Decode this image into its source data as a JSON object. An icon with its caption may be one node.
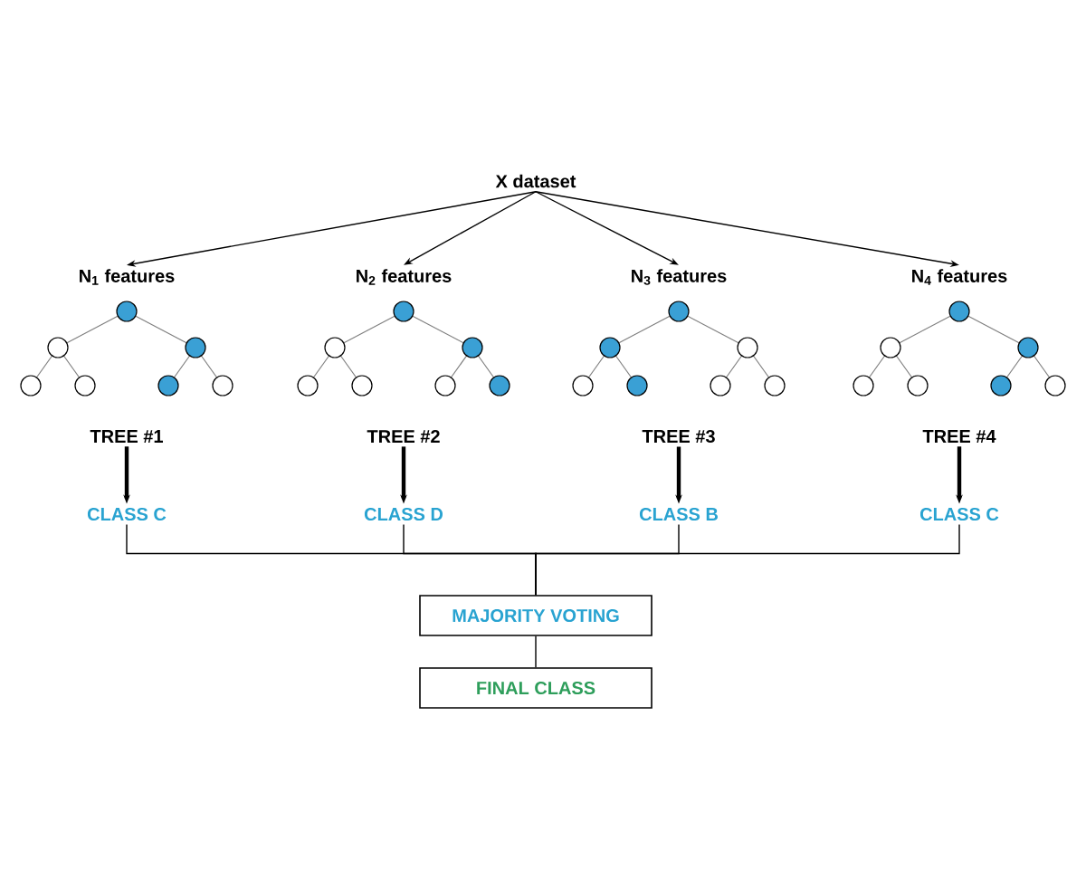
{
  "diagram": {
    "nodes": [
      {
        "text": [
          "X dataset"
        ]
      },
      {
        "text": [
          "N$_{1}$ features"
        ]
      },
      {
        "text": [
          "N$_{2}$ features"
        ]
      },
      {
        "text": [
          "N$_{3}$ features"
        ]
      },
      {
        "text": [
          "N$_{4}$ features"
        ]
      },
      {
        "text": [
          "TREE #1"
        ]
      },
      {
        "text": [
          "TREE #2"
        ]
      },
      {
        "text": [
          "TREE #3"
        ]
      },
      {
        "text": [
          "TREE #4"
        ]
      },
      {
        "text": [
          "CLASS C"
        ]
      },
      {
        "text": [
          "CLASS D"
        ]
      },
      {
        "text": [
          "CLASS B"
        ]
      },
      {
        "text": [
          "CLASS C"
        ]
      },
      {
        "text": [
          "MAJORITY VOTING"
        ]
      },
      {
        "text": [
          "FINAL CLASS"
        ]
      }
    ],
    "edges": [
      {
        "from": 0,
        "to": 1,
        "arrow": "to"
      },
      {
        "from": 0,
        "to": 2,
        "arrow": "to"
      },
      {
        "from": 0,
        "to": 3,
        "arrow": "to"
      },
      {
        "from": 0,
        "to": 4,
        "arrow": "to"
      },
      {
        "from": 5,
        "to": 9,
        "arrow": "to",
        "style": "thick"
      },
      {
        "from": 6,
        "to": 10,
        "arrow": "to",
        "style": "thick"
      },
      {
        "from": 7,
        "to": 11,
        "arrow": "to",
        "style": "thick"
      },
      {
        "from": 8,
        "to": 12,
        "arrow": "to",
        "style": "thick"
      },
      {
        "from": 9,
        "to": 13,
        "arrow": "none"
      },
      {
        "from": 10,
        "to": 13,
        "arrow": "none"
      },
      {
        "from": 11,
        "to": 13,
        "arrow": "none"
      },
      {
        "from": 12,
        "to": 13,
        "arrow": "none"
      },
      {
        "from": 13,
        "to": 14,
        "arrow": "none"
      }
    ]
  }
}
